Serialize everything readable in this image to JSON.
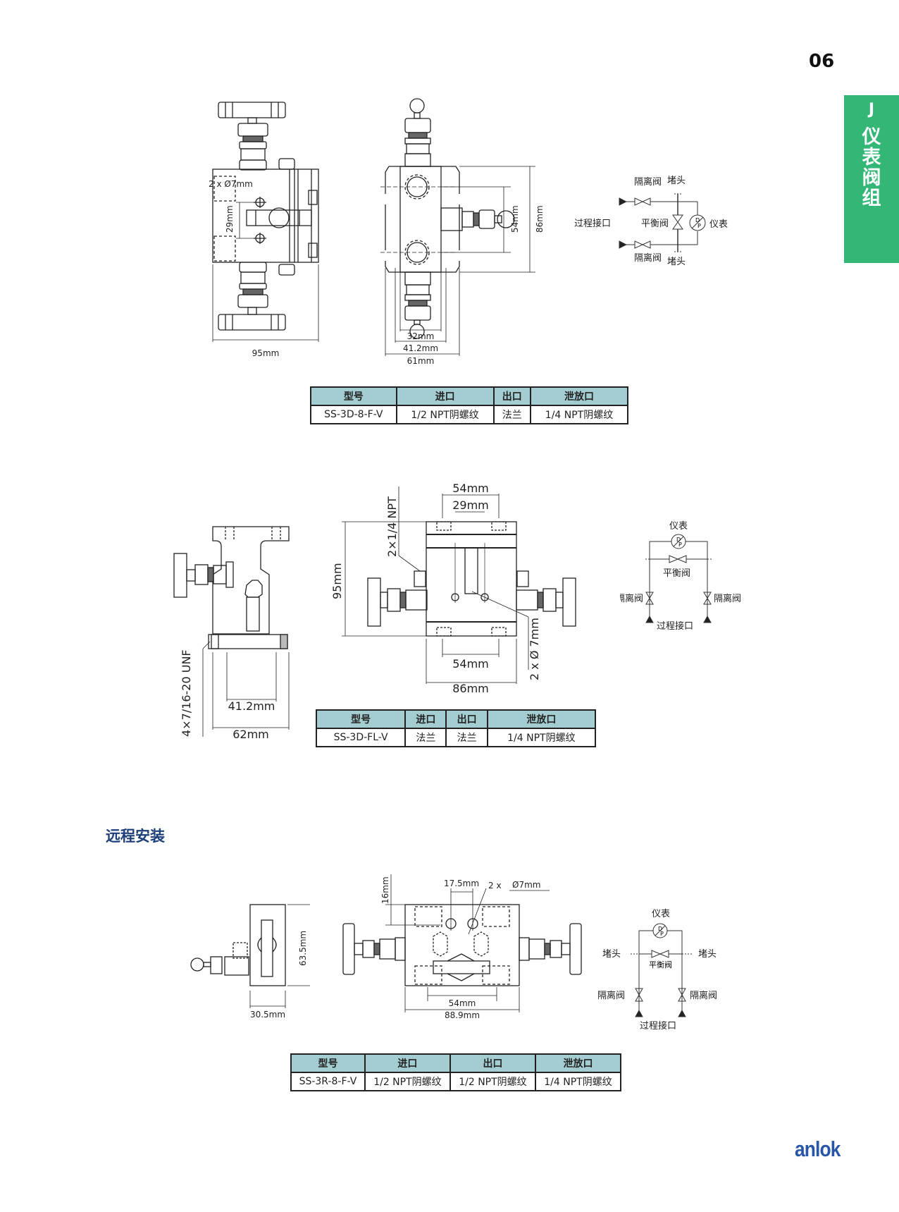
{
  "page": {
    "number": "06"
  },
  "side_tab": {
    "letter": "J",
    "title": "仪表阀组",
    "color": "#34b677"
  },
  "brand": {
    "logo_text": "anlok",
    "color": "#2a56a8"
  },
  "section1": {
    "front_view": {
      "dims": {
        "holes": "2 x Ø7mm",
        "spacing": "29mm",
        "width": "95mm"
      }
    },
    "side_view": {
      "dims": {
        "inner": "54mm",
        "height": "86mm",
        "w1": "32mm",
        "w2": "41.2mm",
        "w3": "61mm"
      }
    },
    "schematic": {
      "iso_top": "隔离阀",
      "plug_top": "堵头",
      "process": "过程接口",
      "balance": "平衡阀",
      "instrument": "仪表",
      "iso_bottom": "隔离阀",
      "plug_bottom": "堵头",
      "dp_top": "D",
      "dp_bottom": "P"
    },
    "table": {
      "headers": [
        "型号",
        "进口",
        "出口",
        "泄放口"
      ],
      "row": [
        "SS-3D-8-F-V",
        "1/2 NPT阴螺纹",
        "法兰",
        "1/4 NPT阴螺纹"
      ]
    }
  },
  "section2": {
    "side_view": {
      "dims": {
        "thread": "4×7/16-20 UNF",
        "inner": "41.2mm",
        "outer": "62mm"
      }
    },
    "front_view": {
      "dims": {
        "top_outer": "54mm",
        "top_inner": "29mm",
        "npt": "2×1/4 NPT",
        "height": "95mm",
        "bottom_inner": "54mm",
        "width": "86mm",
        "holes": "2 x Ø 7mm"
      }
    },
    "schematic": {
      "instrument": "仪表",
      "balance": "平衡阀",
      "iso_left": "隔离阀",
      "iso_right": "隔离阀",
      "process": "过程接口",
      "dp_top": "D",
      "dp_bottom": "P"
    },
    "table": {
      "headers": [
        "型号",
        "进口",
        "出口",
        "泄放口"
      ],
      "row": [
        "SS-3D-FL-V",
        "法兰",
        "法兰",
        "1/4 NPT阴螺纹"
      ]
    }
  },
  "section3": {
    "title": "远程安装",
    "side_view": {
      "dims": {
        "height": "63.5mm",
        "width": "30.5mm"
      }
    },
    "front_view": {
      "dims": {
        "top": "16mm",
        "spacing": "17.5mm",
        "holes": "2 x",
        "hole_dia": "Ø7mm",
        "inner": "54mm",
        "width": "88.9mm"
      }
    },
    "schematic": {
      "instrument": "仪表",
      "plug_left": "堵头",
      "plug_right": "堵头",
      "balance": "平衡阀",
      "iso_left": "隔离阀",
      "iso_right": "隔离阀",
      "process": "过程接口",
      "dp_top": "D",
      "dp_bottom": "P"
    },
    "table": {
      "headers": [
        "型号",
        "进口",
        "出口",
        "泄放口"
      ],
      "row": [
        "SS-3R-8-F-V",
        "1/2 NPT阴螺纹",
        "1/2 NPT阴螺纹",
        "1/4 NPT阴螺纹"
      ]
    }
  }
}
